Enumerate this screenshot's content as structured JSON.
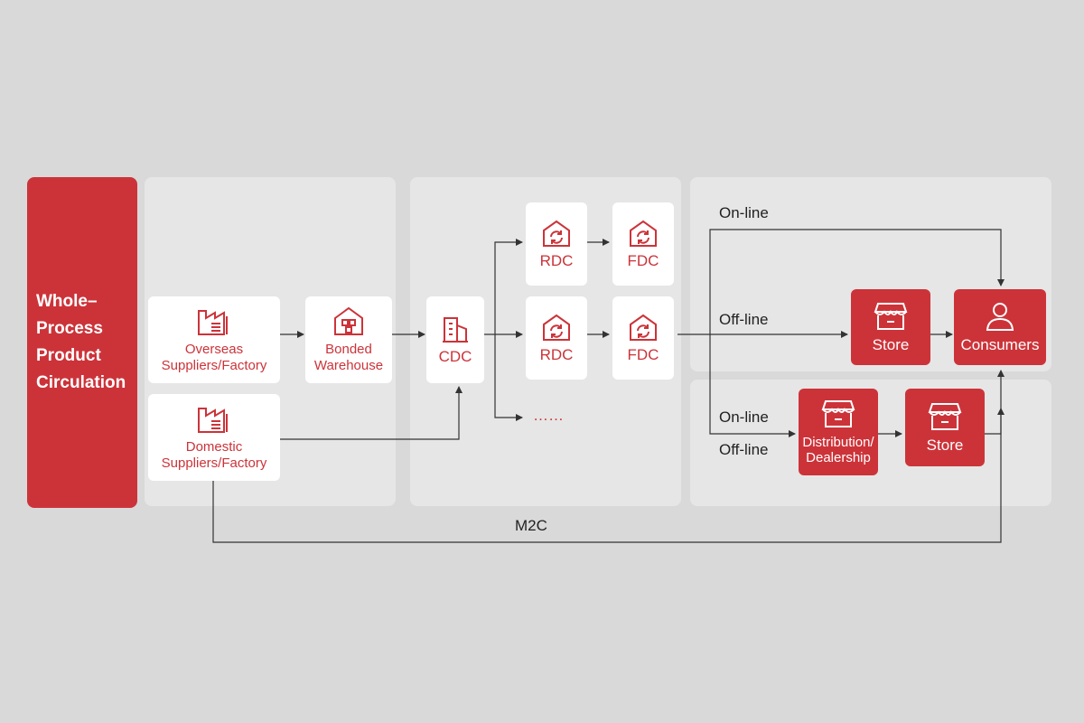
{
  "title_lines": [
    "Whole–",
    "Process",
    "Product",
    "Circulation"
  ],
  "nodes": {
    "overseas": "Overseas Suppliers/Factory",
    "overseas_l1": "Overseas",
    "overseas_l2": "Suppliers/Factory",
    "domestic_l1": "Domestic",
    "domestic_l2": "Suppliers/Factory",
    "bonded_l1": "Bonded",
    "bonded_l2": "Warehouse",
    "cdc": "CDC",
    "rdc_top": "RDC",
    "fdc_top": "FDC",
    "rdc_mid": "RDC",
    "fdc_mid": "FDC",
    "ellipsis": "……",
    "store_top": "Store",
    "consumers": "Consumers",
    "distribution_l1": "Distribution/",
    "distribution_l2": "Dealership",
    "store_bottom": "Store"
  },
  "labels": {
    "online_top": "On-line",
    "offline_top": "Off-line",
    "online_bottom": "On-line",
    "offline_bottom": "Off-line",
    "m2c": "M2C"
  },
  "colors": {
    "accent": "#cc3339",
    "background": "#d9d9d9",
    "panel": "#e6e6e6",
    "line": "#333333"
  },
  "icons": {
    "factory": "factory-icon",
    "warehouse": "warehouse-icon",
    "building": "building-icon",
    "refresh_house": "refresh-house-icon",
    "store": "store-icon",
    "person": "person-icon"
  }
}
